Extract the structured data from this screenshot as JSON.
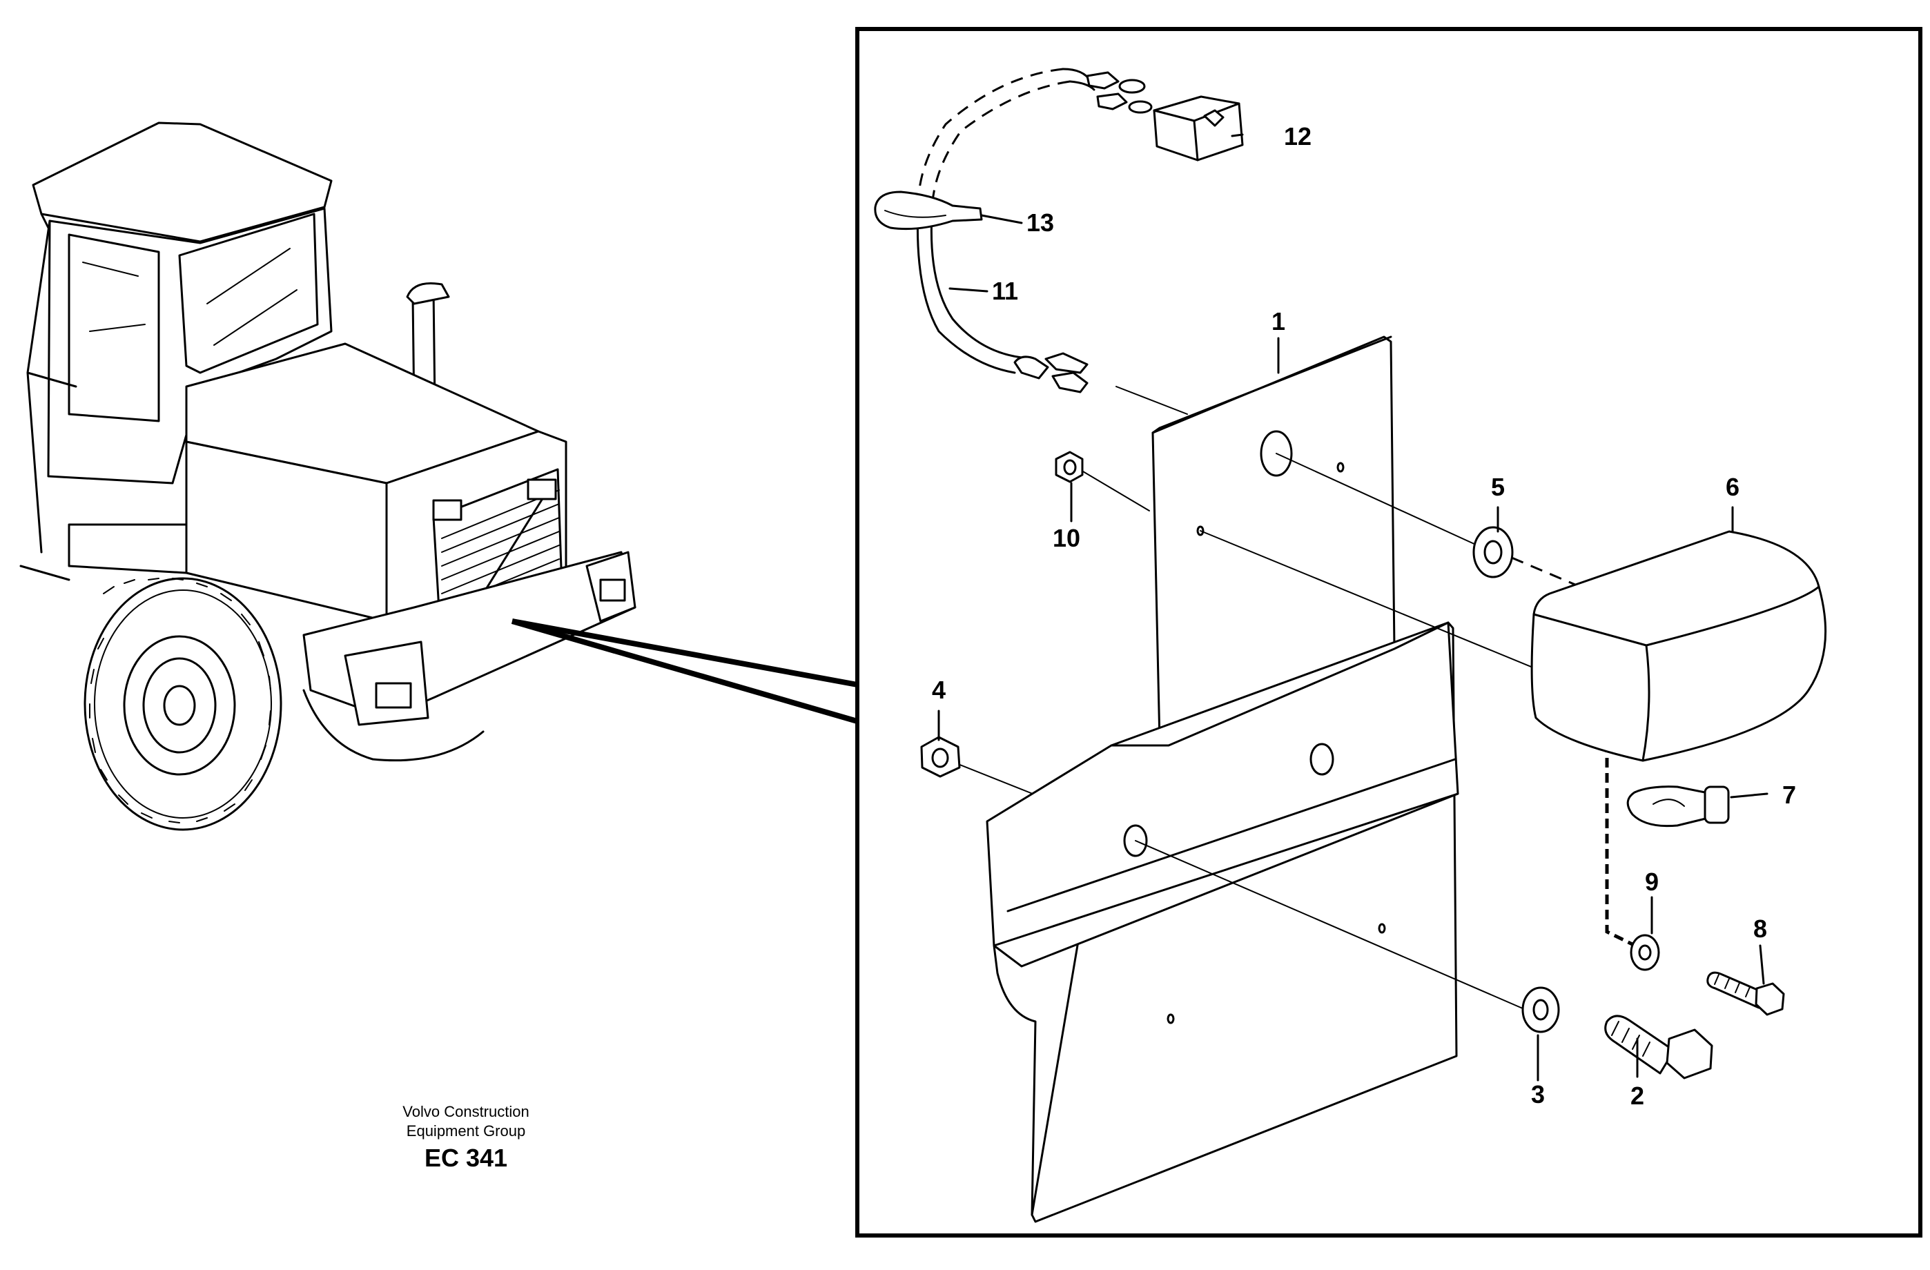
{
  "callouts": {
    "c1": "1",
    "c2": "2",
    "c3": "3",
    "c4": "4",
    "c5": "5",
    "c6": "6",
    "c7": "7",
    "c8": "8",
    "c9": "9",
    "c10": "10",
    "c11": "11",
    "c12": "12",
    "c13": "13"
  },
  "credit": {
    "line1": "Volvo Construction",
    "line2": "Equipment Group",
    "code": "EC 341"
  }
}
